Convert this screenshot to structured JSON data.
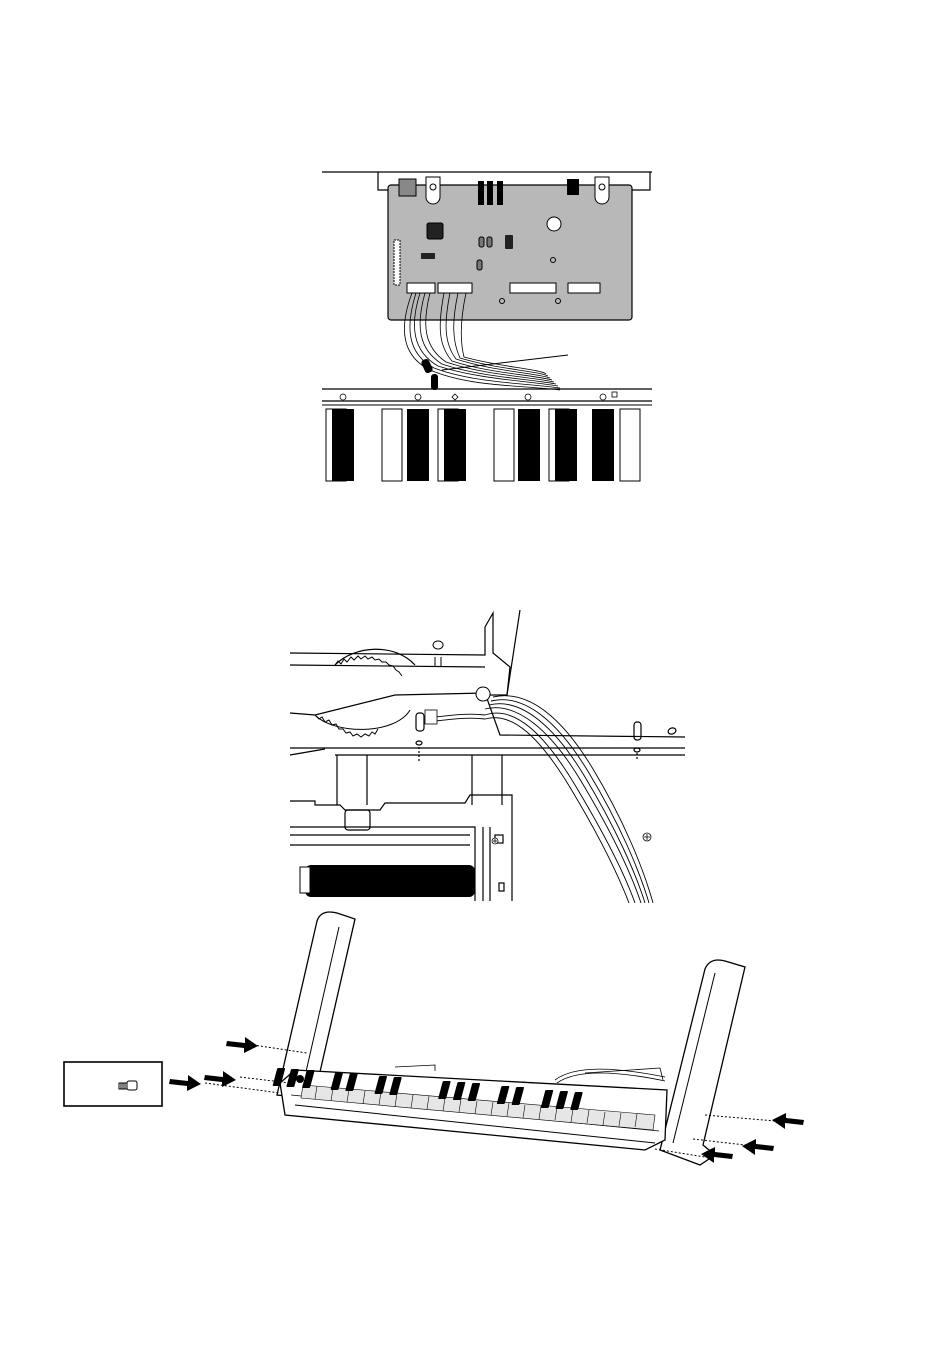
{
  "page": {
    "background": "#ffffff"
  },
  "colors": {
    "board": "#b8b8b8",
    "ink": "#000000",
    "paper": "#ffffff",
    "key_white": "#e6e6e6"
  },
  "figures": [
    {
      "id": "circuit-board-figure",
      "icons": [
        "circuit-board",
        "wire-harness",
        "cable-tie",
        "keyboard-keys"
      ]
    },
    {
      "id": "keybed-detail-figure",
      "icons": [
        "gear-wheel",
        "wire-bundle",
        "locating-pin",
        "screw-head"
      ]
    },
    {
      "id": "stand-assembly-figure",
      "icons": [
        "side-panel-left",
        "side-panel-right",
        "keyboard-unit",
        "screw-icon",
        "arrow-icon"
      ]
    }
  ]
}
